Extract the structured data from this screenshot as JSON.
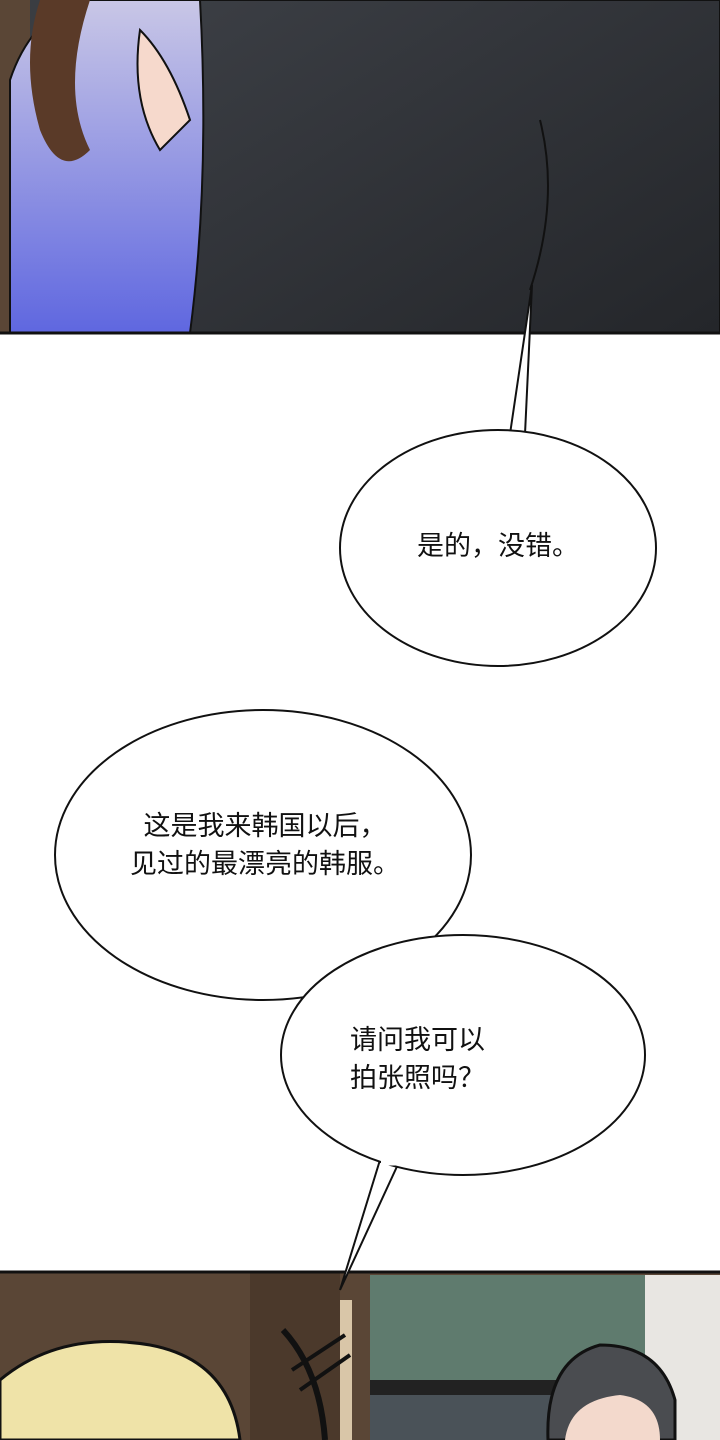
{
  "panels": [
    {
      "id": "top-panel",
      "scene": "woman-in-hanbok-and-man-in-suit"
    },
    {
      "id": "bottom-panel",
      "scene": "blond-man-and-dark-haired-man-hanok"
    }
  ],
  "bubbles": [
    {
      "lines": [
        "是的，没错。"
      ]
    },
    {
      "lines": [
        "这是我来韩国以后，",
        "见过的最漂亮的韩服。"
      ]
    },
    {
      "lines": [
        "请问我可以",
        "拍张照吗？"
      ]
    }
  ],
  "colors": {
    "suit": "#2a2c30",
    "hanbok": "#8f93d8",
    "wood": "#5a4636",
    "hair_blond": "#efe3a8"
  }
}
